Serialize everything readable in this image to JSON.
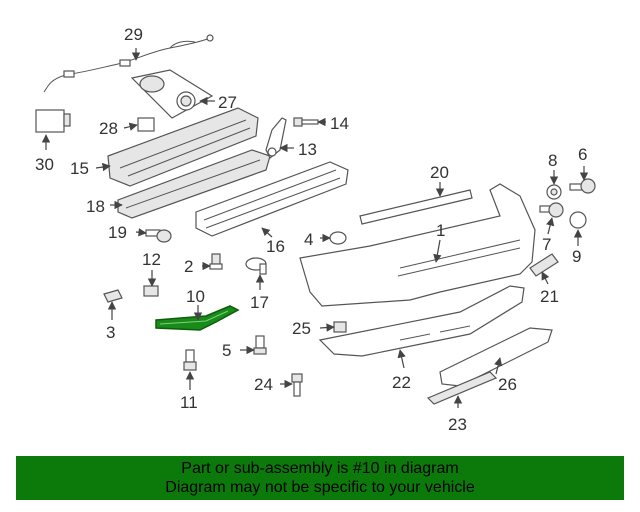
{
  "diagram": {
    "callouts": [
      {
        "id": "c1",
        "label": "1"
      },
      {
        "id": "c2",
        "label": "2"
      },
      {
        "id": "c3",
        "label": "3"
      },
      {
        "id": "c5",
        "label": "5"
      },
      {
        "id": "c6",
        "label": "6"
      },
      {
        "id": "c7",
        "label": "7"
      },
      {
        "id": "c8",
        "label": "8"
      },
      {
        "id": "c9",
        "label": "9"
      },
      {
        "id": "c10",
        "label": "10"
      },
      {
        "id": "c11",
        "label": "11"
      },
      {
        "id": "c12",
        "label": "12"
      },
      {
        "id": "c13",
        "label": "13"
      },
      {
        "id": "c14",
        "label": "14"
      },
      {
        "id": "c15",
        "label": "15"
      },
      {
        "id": "c16",
        "label": "16"
      },
      {
        "id": "c17",
        "label": "17"
      },
      {
        "id": "c18",
        "label": "18"
      },
      {
        "id": "c19",
        "label": "19"
      },
      {
        "id": "c20",
        "label": "20"
      },
      {
        "id": "c21",
        "label": "21"
      },
      {
        "id": "c22",
        "label": "22"
      },
      {
        "id": "c23",
        "label": "23"
      },
      {
        "id": "c24",
        "label": "24"
      },
      {
        "id": "c25",
        "label": "25"
      },
      {
        "id": "c26",
        "label": "26"
      },
      {
        "id": "c27",
        "label": "27"
      },
      {
        "id": "c28",
        "label": "28"
      },
      {
        "id": "c29",
        "label": "29"
      },
      {
        "id": "c30",
        "label": "30"
      },
      {
        "id": "c4",
        "label": "4"
      }
    ],
    "highlight_color": "#0b7a0b"
  },
  "banner": {
    "line1": "Part or sub-assembly is #10 in diagram",
    "line2": "Diagram may not be specific to your vehicle",
    "background": "#0b7a0b"
  }
}
